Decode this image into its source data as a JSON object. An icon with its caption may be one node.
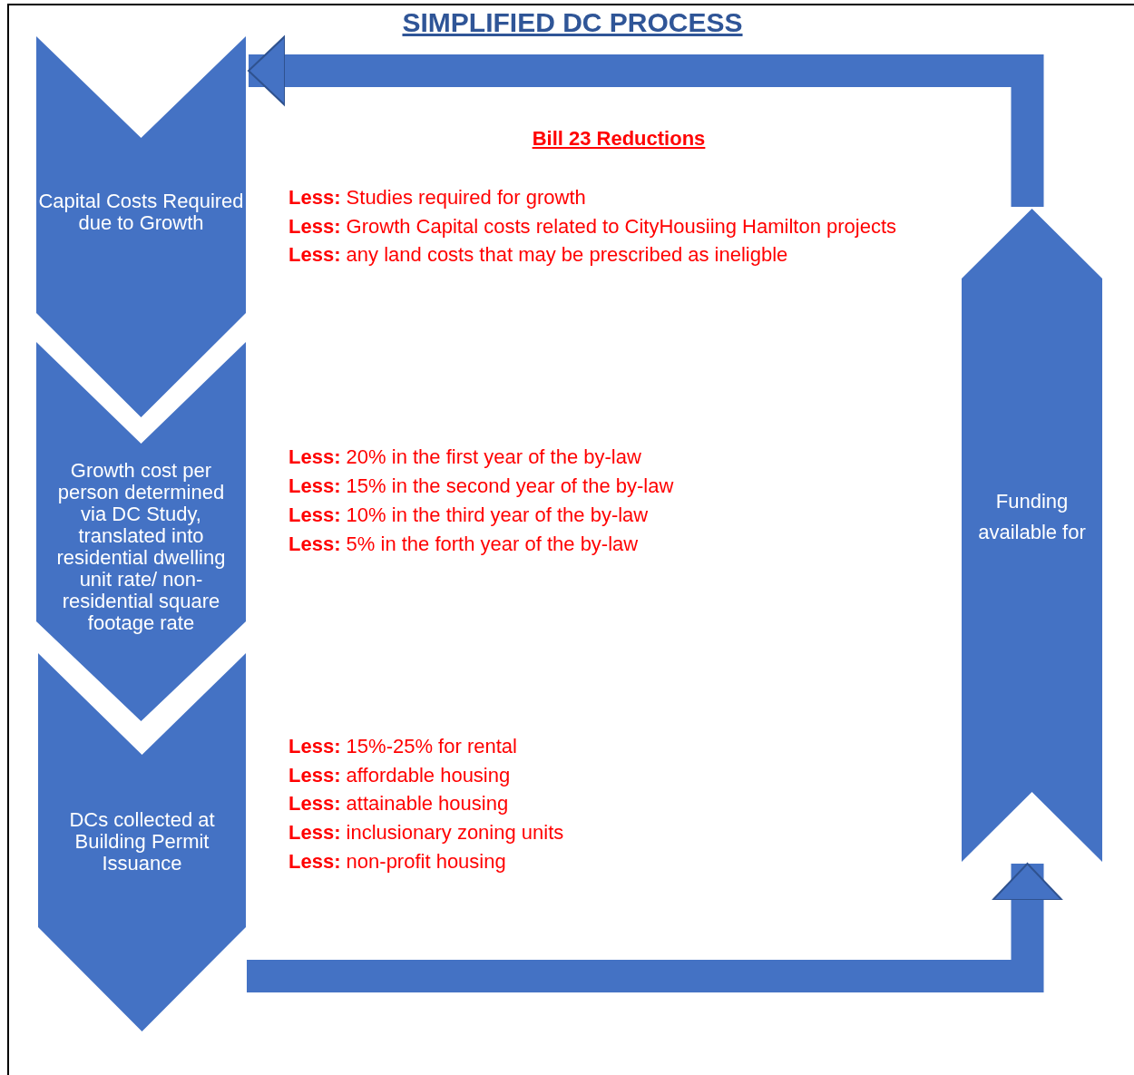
{
  "diagram": {
    "title": "SIMPLIFIED DC PROCESS",
    "nodes": [
      {
        "text": [
          "Capital Costs Required due to Growth"
        ]
      },
      {
        "text": [
          "Growth cost per person determined via DC Study, translated into residential dwelling unit rate/ non-residential square footage rate"
        ]
      },
      {
        "text": [
          "DCs collected at Building Permit Issuance"
        ]
      },
      {
        "text": [
          "Funding available for"
        ]
      }
    ],
    "edges": [
      {
        "from": 2,
        "to": 3,
        "arrow": "to"
      },
      {
        "from": 3,
        "to": 0,
        "arrow": "to"
      }
    ],
    "labels": [
      "Bill 23 Reductions",
      "**Less:** Studies required for growth",
      "**Less:** Growth Capital costs related to CityHousiing Hamilton projects",
      "**Less:** any land costs that may be prescribed as ineligble",
      "**Less:** 20% in the first year of the by-law",
      "**Less:** 15% in the second year of the by-law",
      "**Less:** 10% in the third year of the by-law",
      "**Less:** 5% in the forth year of the by-law",
      "**Less:** 15%-25% for rental",
      "**Less:** affordable housing",
      "**Less:** attainable housing",
      "**Less:** inclusionary zoning units",
      "**Less:** non-profit housing"
    ]
  }
}
